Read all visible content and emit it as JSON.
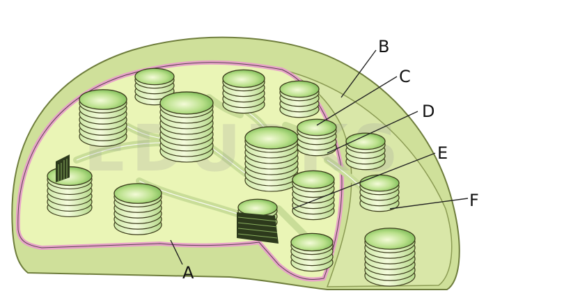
{
  "diagram": {
    "labels": [
      "A",
      "B",
      "C",
      "D",
      "E",
      "F"
    ],
    "watermark": "EDURKS",
    "colors": {
      "outer_stroma": "#cfe09a",
      "inner_stroma": "#eaf5b6",
      "membrane": "#e7a3c8",
      "granum_light": "#eaf7c4",
      "granum_dark": "#7bbf4a",
      "outline": "#3a3a1a",
      "stack_dark": "#2d3a1c"
    }
  }
}
